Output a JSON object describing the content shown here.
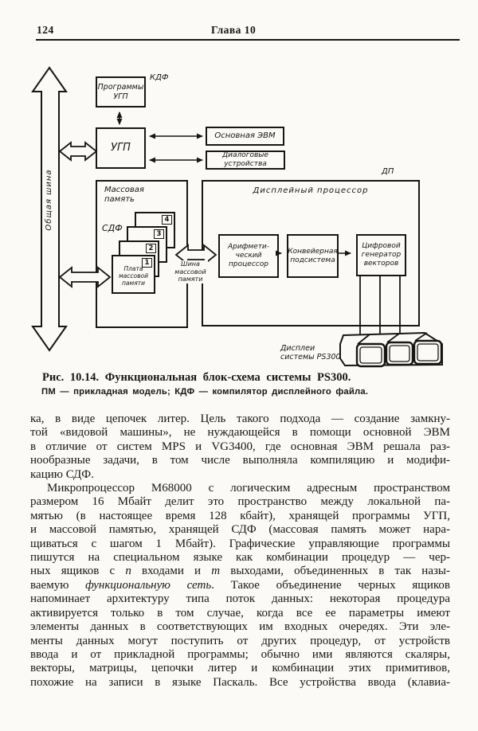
{
  "page": {
    "number": "124",
    "chapter": "Глава 10"
  },
  "figure": {
    "caption": "Рис. 10.14. Функциональная блок-схема системы PS300.",
    "caption_note": "ПМ — прикладная модель; КДФ — компилятор дисплейного файла.",
    "labels": {
      "bus": "Общая шина",
      "kdf": "КДФ",
      "programs_ugp": "Программы\nУГП",
      "ugp": "УГП",
      "main_computer": "Основная ЭВМ",
      "dialog_devices": "Диалоговые\nустройства",
      "mass_memory": "Массовая\nпамять",
      "sdf": "СДФ",
      "memory_board": "Плата\nмассовой\nпамяти",
      "board_numbers": [
        "4",
        "3",
        "2",
        "1"
      ],
      "mass_memory_bus": "Шина\nмассовой\nпамяти",
      "dp_abbr": "ДП",
      "display_processor": "Дисплейный  процессор",
      "arithmetic_processor": "Арифмети-\nческий\nпроцессор",
      "pipeline_subsystem": "Конвейерная\nподсистема",
      "vector_generator": "Цифровой\nгенератор\nвекторов",
      "displays": "Дисплеи\nсистемы PS300"
    }
  },
  "body": {
    "paragraphs": [
      {
        "indent": false,
        "complete": true,
        "lines": [
          [
            {
              "t": "ка, в виде цепочек литер. Цель такого подхода — создание замкну-"
            }
          ],
          [
            {
              "t": "той «видовой машины», не нуждающейся в помощи основной ЭВМ"
            }
          ],
          [
            {
              "t": "в отличие от систем MPS и VG3400, где основная ЭВМ решала раз-"
            }
          ],
          [
            {
              "t": "нообразные задачи, в том числе выполняла компиляцию и модифи-"
            }
          ],
          [
            {
              "t": "кацию СДФ."
            }
          ]
        ]
      },
      {
        "indent": true,
        "complete": false,
        "lines": [
          [
            {
              "t": "Микропроцессор М68000 с логическим адресным пространством"
            }
          ],
          [
            {
              "t": "размером 16 Мбайт делит это пространство между локальной па-"
            }
          ],
          [
            {
              "t": "мятью (в настоящее время 128 кбайт), хранящей программы УГП,"
            }
          ],
          [
            {
              "t": "и массовой памятью, хранящей СДФ (массовая память может нара-"
            }
          ],
          [
            {
              "t": "щиваться с шагом 1 Мбайт). Графические управляющие программы"
            }
          ],
          [
            {
              "t": "пишутся на специальном языке как комбинации процедур — чер-"
            }
          ],
          [
            {
              "t": "ных ящиков с "
            },
            {
              "t": "n",
              "i": true
            },
            {
              "t": " входами и "
            },
            {
              "t": "m",
              "i": true
            },
            {
              "t": " выходами, объединенных в так назы-"
            }
          ],
          [
            {
              "t": "ваемую "
            },
            {
              "t": "функциональную сеть",
              "i": true
            },
            {
              "t": ". Такое объединение черных ящиков"
            }
          ],
          [
            {
              "t": "напоминает архитектуру типа поток данных: некоторая процедура"
            }
          ],
          [
            {
              "t": "активируется только в том случае, когда все ее параметры имеют"
            }
          ],
          [
            {
              "t": "элементы данных в соответствующих им входных очередях. Эти эле-"
            }
          ],
          [
            {
              "t": "менты данных могут поступить от других процедур, от устройств"
            }
          ],
          [
            {
              "t": "ввода и от прикладной программы; обычно ими являются скаляры,"
            }
          ],
          [
            {
              "t": "векторы, матрицы, цепочки литер и комбинации этих примитивов,"
            }
          ],
          [
            {
              "t": "похожие на записи в языке Паскаль. Все устройства ввода (клавиа-"
            }
          ]
        ]
      }
    ]
  }
}
